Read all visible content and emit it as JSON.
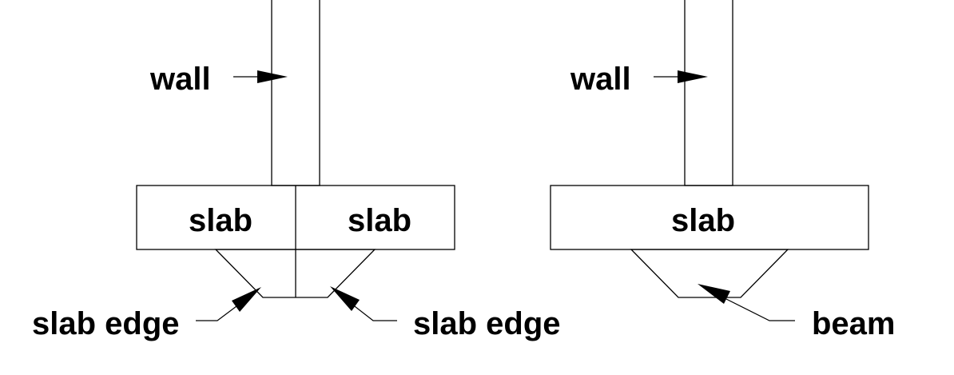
{
  "diagram": {
    "left": {
      "wall_label": "wall",
      "slab_left_label": "slab",
      "slab_right_label": "slab",
      "edge_left_label": "slab edge",
      "edge_right_label": "slab edge"
    },
    "right": {
      "wall_label": "wall",
      "slab_label": "slab",
      "beam_label": "beam"
    },
    "colors": {
      "hatch": "#1a8a1a",
      "line": "#000000"
    }
  }
}
